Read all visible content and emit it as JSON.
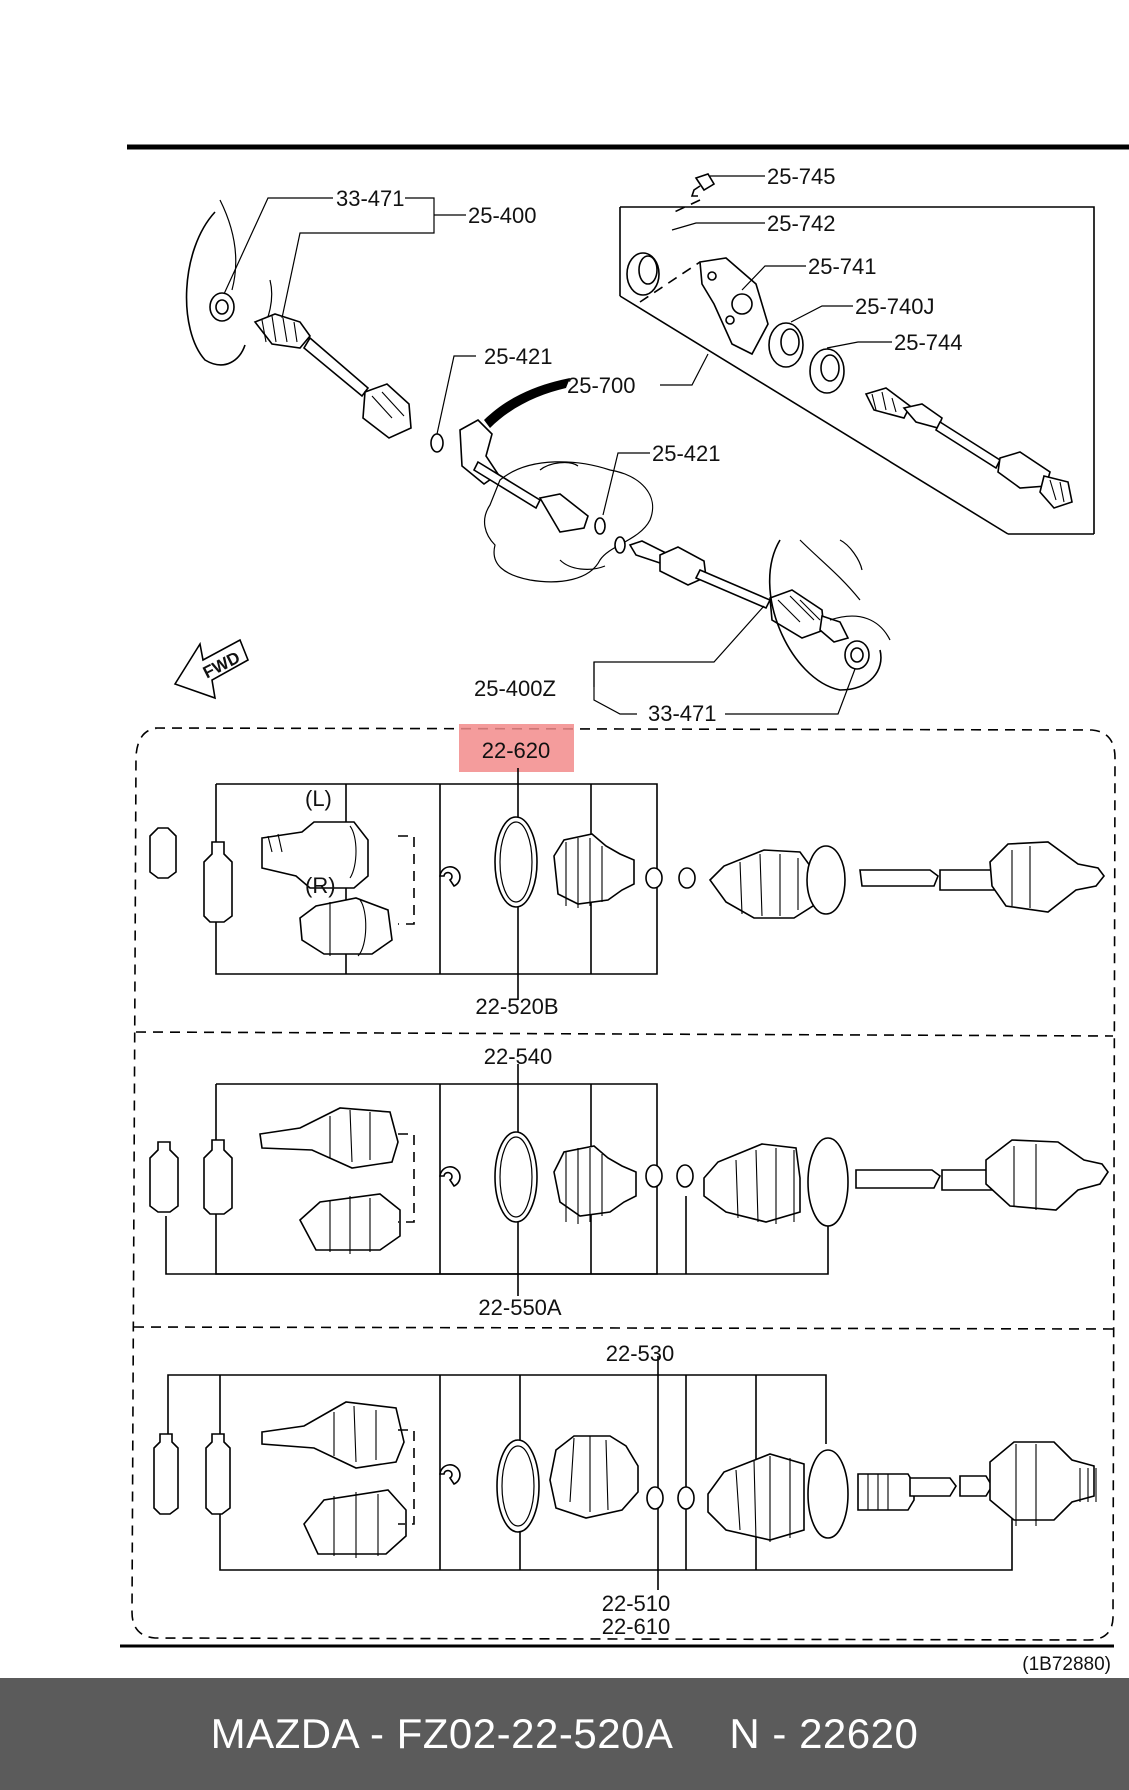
{
  "diagram": {
    "labels": {
      "c33_471_top": "33-471",
      "c25_400": "25-400",
      "c25_745": "25-745",
      "c25_742": "25-742",
      "c25_741": "25-741",
      "c25_740j": "25-740J",
      "c25_744": "25-744",
      "c25_421_a": "25-421",
      "c25_700": "25-700",
      "c25_421_b": "25-421",
      "c25_400z": "25-400Z",
      "c33_471_bottom": "33-471",
      "c22_620": "22-620",
      "c22_520b": "22-520B",
      "c22_540": "22-540",
      "c22_550a": "22-550A",
      "c22_530": "22-530",
      "c22_510": "22-510",
      "c22_610": "22-610",
      "side_l": "(L)",
      "side_r": "(R)",
      "fwd": "FWD",
      "ref_code": "(1B72880)"
    },
    "highlight_color": "#f28b8b"
  },
  "footer": {
    "part_number": "MAZDA - FZ02-22-520A",
    "catalog_number": "N - 22620"
  }
}
